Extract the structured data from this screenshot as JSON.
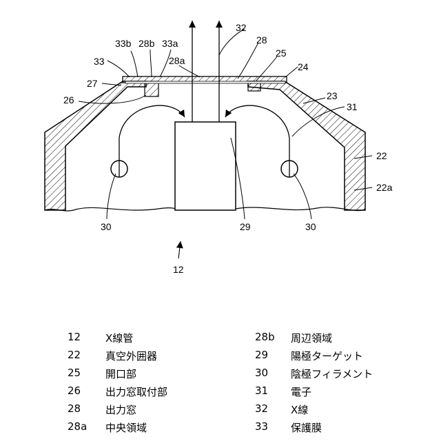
{
  "figure": {
    "labels": {
      "l32": "32",
      "l28": "28",
      "l25": "25",
      "l24": "24",
      "l33b": "33b",
      "l28b": "28b",
      "l33a": "33a",
      "l28a": "28a",
      "l33": "33",
      "l27": "27",
      "l26": "26",
      "l23": "23",
      "l31": "31",
      "l22": "22",
      "l22a": "22a",
      "l30left": "30",
      "l29": "29",
      "l30right": "30",
      "l12": "12"
    }
  },
  "legend": {
    "left": [
      {
        "num": "12",
        "text": "X線管"
      },
      {
        "num": "22",
        "text": "真空外囲器"
      },
      {
        "num": "25",
        "text": "開口部"
      },
      {
        "num": "26",
        "text": "出力窓取付部"
      },
      {
        "num": "28",
        "text": "出力窓"
      },
      {
        "num": "28a",
        "text": "中央領域"
      }
    ],
    "right": [
      {
        "num": "28b",
        "text": "周辺領域"
      },
      {
        "num": "29",
        "text": "陽極ターゲット"
      },
      {
        "num": "30",
        "text": "陰極フィラメント"
      },
      {
        "num": "31",
        "text": "電子"
      },
      {
        "num": "32",
        "text": "X線"
      },
      {
        "num": "33",
        "text": "保護膜"
      }
    ]
  }
}
